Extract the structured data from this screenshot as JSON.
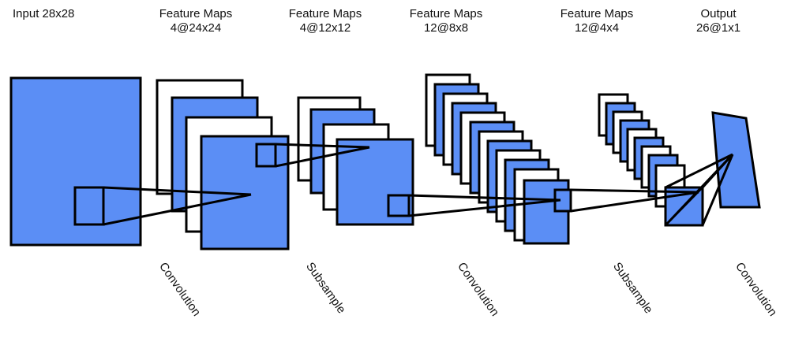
{
  "headers": {
    "input": {
      "line1": "Input 28x28",
      "line2": ""
    },
    "c1": {
      "line1": "Feature Maps",
      "line2": "4@24x24"
    },
    "s1": {
      "line1": "Feature Maps",
      "line2": "4@12x12"
    },
    "c2": {
      "line1": "Feature Maps",
      "line2": "12@8x8"
    },
    "s2": {
      "line1": "Feature Maps",
      "line2": "12@4x4"
    },
    "output": {
      "line1": "Output",
      "line2": "26@1x1"
    }
  },
  "operations": [
    "Convolution",
    "Subsample",
    "Convolution",
    "Subsample",
    "Convolution"
  ],
  "colors": {
    "map_fill": "#5b8ef5",
    "blank_fill": "#ffffff",
    "stroke": "#000000"
  }
}
